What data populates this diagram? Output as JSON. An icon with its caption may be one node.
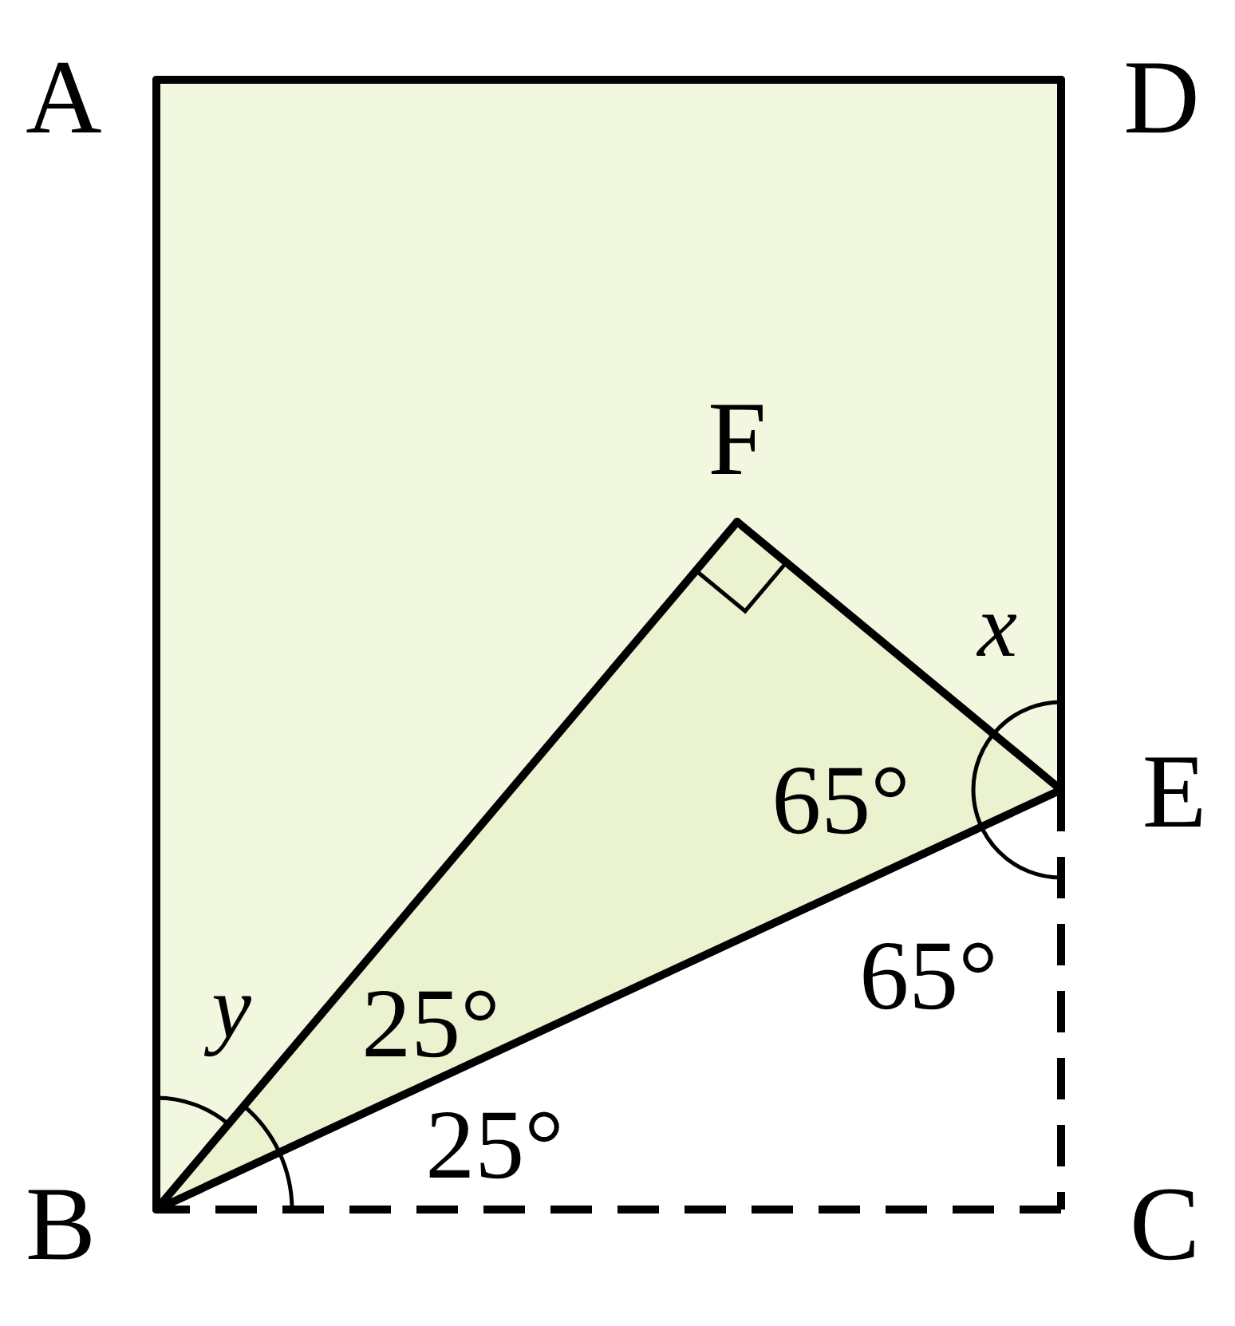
{
  "diagram": {
    "nodes": [
      {
        "text": [
          "A"
        ]
      },
      {
        "text": [
          "D"
        ]
      },
      {
        "text": [
          "E"
        ]
      },
      {
        "text": [
          "C"
        ]
      },
      {
        "text": [
          "B"
        ]
      },
      {
        "text": [
          "F"
        ]
      }
    ],
    "edges": [
      {
        "from": 0,
        "to": 1,
        "arrow": "none"
      },
      {
        "from": 1,
        "to": 2,
        "arrow": "none"
      },
      {
        "from": 2,
        "to": 3,
        "arrow": "none",
        "style": "dashed"
      },
      {
        "from": 3,
        "to": 4,
        "arrow": "none",
        "style": "dashed"
      },
      {
        "from": 4,
        "to": 0,
        "arrow": "none"
      },
      {
        "from": 4,
        "to": 5,
        "arrow": "none"
      },
      {
        "from": 5,
        "to": 2,
        "arrow": "none"
      },
      {
        "from": 4,
        "to": 2,
        "arrow": "none"
      }
    ],
    "labels": [
      "x",
      "65°",
      "65°",
      "y",
      "25°",
      "25°"
    ]
  }
}
